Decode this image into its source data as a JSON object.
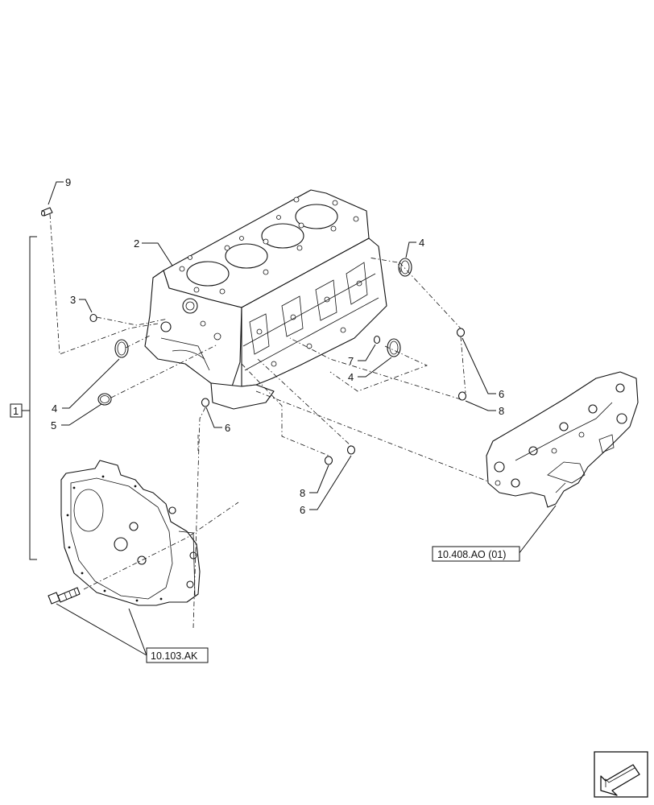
{
  "callouts": {
    "c1": "1",
    "c2": "2",
    "c3": "3",
    "c4a": "4",
    "c4b": "4",
    "c4c": "4",
    "c5": "5",
    "c6a": "6",
    "c6b": "6",
    "c6c": "6",
    "c7": "7",
    "c8a": "8",
    "c8b": "8",
    "c9": "9"
  },
  "references": {
    "oil_pump_ref": "10.408.AO (01)",
    "flywheel_housing_ref": "10.103.AK"
  },
  "icons": {
    "nav": "arrow-next-page-icon"
  },
  "colors": {
    "line": "#111111",
    "background": "#ffffff"
  }
}
